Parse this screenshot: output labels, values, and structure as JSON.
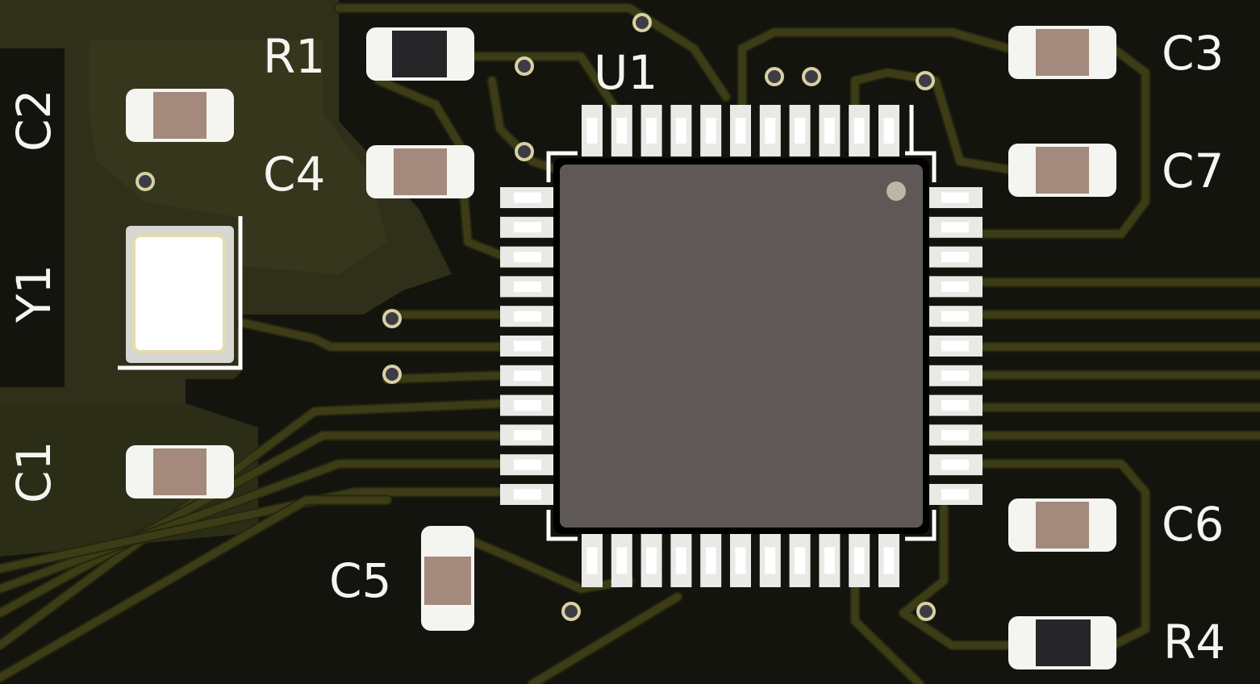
{
  "board": {
    "colors": {
      "background": "#14140f",
      "copper_fill": "#30301a",
      "trace": "#3c3d16",
      "silkscreen": "#f4f4f0",
      "pad": "#e9e9e6",
      "capacitor_body": "#a38a7c",
      "resistor_body": "#262628",
      "ic_body": "#5e5957",
      "crystal_body": "#ffffff",
      "via_ring": "#d9d0a2"
    },
    "labels": {
      "r1": "R1",
      "r4": "R4",
      "c1": "C1",
      "c2": "C2",
      "c3": "C3",
      "c4": "C4",
      "c5": "C5",
      "c6": "C6",
      "c7": "C7",
      "u1": "U1",
      "y1": "Y1"
    },
    "ic_u1": {
      "pins_per_side": 11
    }
  }
}
